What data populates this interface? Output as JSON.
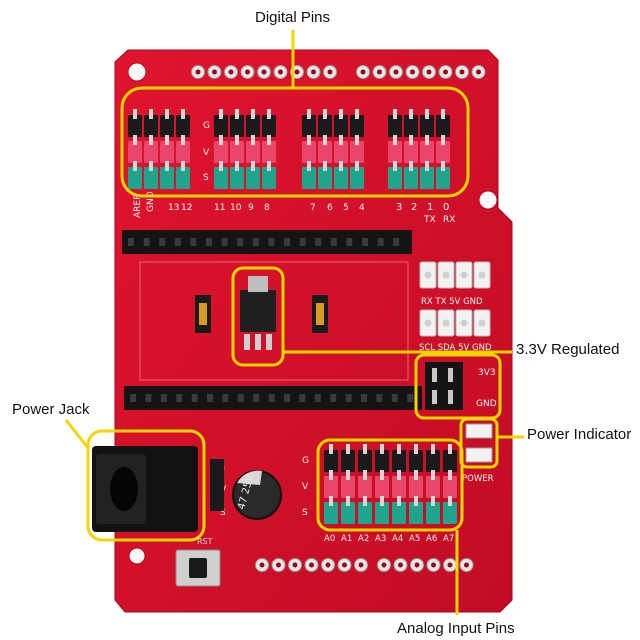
{
  "callouts": {
    "digital_pins": "Digital Pins",
    "regulated": "3.3V  Regulated",
    "power_indicator": "Power Indicator",
    "power_jack": "Power Jack",
    "analog_pins": "Analog Input Pins"
  },
  "board": {
    "row_g": "G",
    "row_v": "V",
    "row_s": "S",
    "aref": "AREF",
    "gnd": "GND",
    "pin_13": "13",
    "pin_12": "12",
    "pin_11": "11",
    "pin_10": "10",
    "pin_9": "9",
    "pin_8": "8",
    "pin_7": "7",
    "pin_6": "6",
    "pin_5": "5",
    "pin_4": "4",
    "pin_3": "3",
    "pin_2": "2",
    "pin_1": "1",
    "pin_0": "0",
    "tx": "TX",
    "rx": "RX",
    "uart_header": "RX  TX  5V  GND",
    "i2c_header": "SCL  SDA  5V  GND",
    "h3v3": "3V3",
    "hgnd": "GND",
    "power": "POWER",
    "analog_labels": [
      "A0",
      "A1",
      "A2",
      "A3",
      "A4",
      "A5",
      "A6",
      "A7"
    ],
    "cap_text": "47 25V",
    "rst": "RST"
  },
  "colors": {
    "board": "#d8102a",
    "highlight": "#f2d600",
    "pin_black": "#1a1a1a",
    "pin_pink": "#e8476b",
    "pin_teal": "#1fa58e"
  }
}
